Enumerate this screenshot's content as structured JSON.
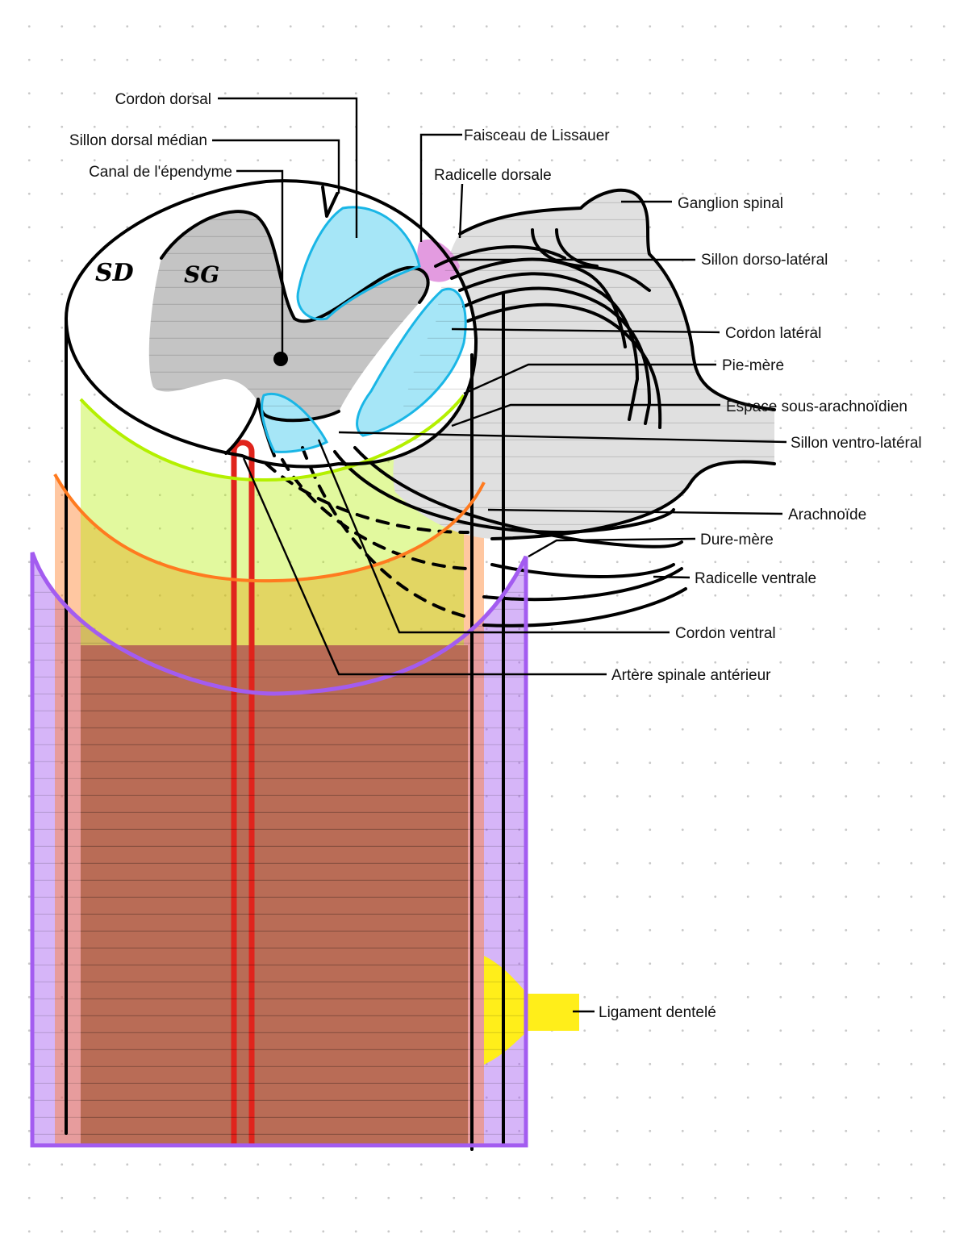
{
  "colors": {
    "cord_white": "#ffffff",
    "grey_matter": "#c4c4c4",
    "cords": "#a6e6f7",
    "lissauer": "#e39be0",
    "ganglion": "#e0e0e0",
    "pia": "#b4f000",
    "arachnoid": "#ff7a1f",
    "dura": "#a35cf0",
    "artery": "#e0241c",
    "ligament": "#ffee1a",
    "cord_interior": "#b96c56"
  },
  "labels": {
    "cordon_dorsal": "Cordon dorsal",
    "sillon_dorsal_median": "Sillon dorsal médian",
    "canal_ependyme": "Canal de l'épendyme",
    "faisceau_lissauer": "Faisceau de Lissauer",
    "radicelle_dorsale": "Radicelle dorsale",
    "ganglion_spinal": "Ganglion spinal",
    "sillon_dorso_lateral": "Sillon dorso-latéral",
    "cordon_lateral": "Cordon latéral",
    "pie_mere": "Pie-mère",
    "espace_sous_arachnoidien": "Espace sous-arachnoïdien",
    "sillon_ventro_lateral": "Sillon ventro-latéral",
    "arachnoide": "Arachnoïde",
    "dure_mere": "Dure-mère",
    "radicelle_ventrale": "Radicelle ventrale",
    "cordon_ventral": "Cordon ventral",
    "artere_spinale": "Artère spinale antérieur",
    "ligament_dentele": "Ligament dentelé"
  },
  "marks": {
    "sd": "SD",
    "sg": "SG"
  }
}
